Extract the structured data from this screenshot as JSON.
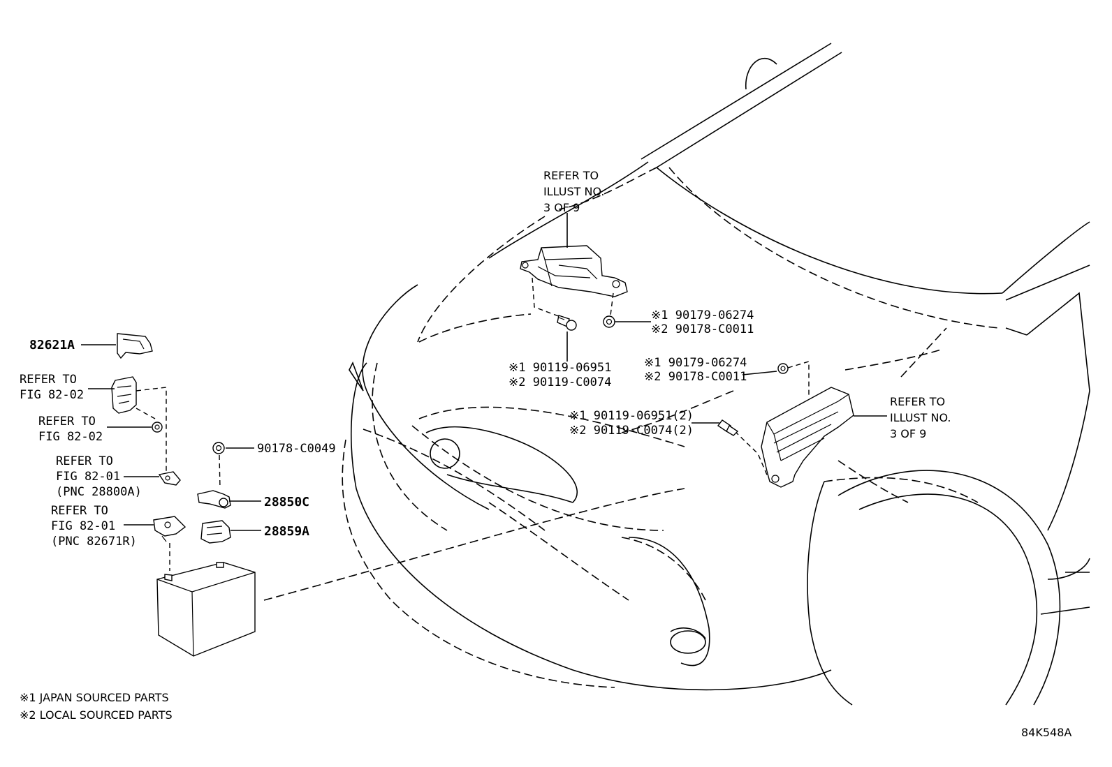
{
  "diagram": {
    "code": "84K548A",
    "notes": [
      "※1 JAPAN SOURCED PARTS",
      "※2 LOCAL SOURCED PARTS"
    ],
    "labels": {
      "p82621a": "82621A",
      "refer_fig8202_a": [
        "REFER TO",
        "FIG 82-02"
      ],
      "refer_fig8202_b": [
        "REFER TO",
        "FIG 82-02"
      ],
      "refer_fig8201_a": [
        "REFER TO",
        "FIG 82-01",
        "(PNC 28800A)"
      ],
      "refer_fig8201_b": [
        "REFER TO",
        "FIG 82-01",
        "(PNC 82671R)"
      ],
      "p90178c0049": "90178-C0049",
      "p28850c": "28850C",
      "p28859a": "28859A",
      "refer_illust_top": [
        "REFER TO",
        "ILLUST NO.",
        "3 OF 9"
      ],
      "refer_illust_right": [
        "REFER TO",
        "ILLUST NO.",
        "3 OF 9"
      ],
      "nut_top": [
        "※1 90179-06274",
        "※2 90178-C0011"
      ],
      "bolt_top": [
        "※1 90119-06951",
        "※2 90119-C0074"
      ],
      "nut_right": [
        "※1 90179-06274",
        "※2 90178-C0011"
      ],
      "bolt_right": [
        "※1 90119-06951(2)",
        "※2 90119-C0074(2)"
      ]
    }
  }
}
